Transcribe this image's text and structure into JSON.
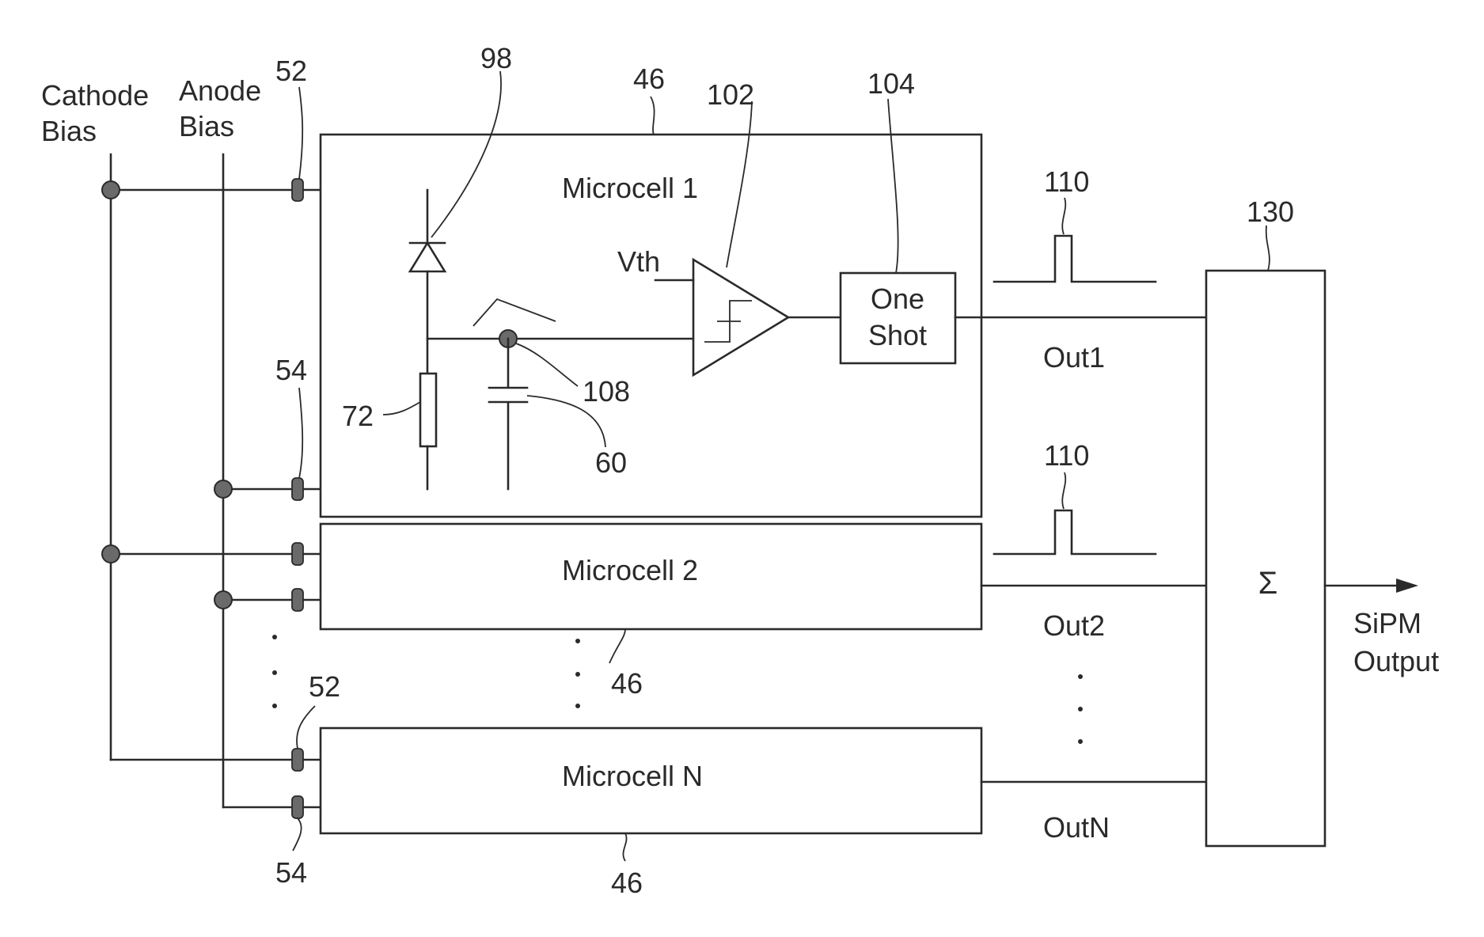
{
  "labels": {
    "cathode_bias_1": "Cathode",
    "cathode_bias_2": "Bias",
    "anode_bias_1": "Anode",
    "anode_bias_2": "Bias",
    "microcell_1": "Microcell 1",
    "microcell_2": "Microcell 2",
    "microcell_n": "Microcell N",
    "vth": "Vth",
    "one_shot_1": "One",
    "one_shot_2": "Shot",
    "out1": "Out1",
    "out2": "Out2",
    "outn": "OutN",
    "sum_symbol": "Σ",
    "sipm_output_1": "SiPM",
    "sipm_output_2": "Output"
  },
  "refs": {
    "r52_top": "52",
    "r98": "98",
    "r46_top": "46",
    "r102": "102",
    "r104": "104",
    "r110_top": "110",
    "r130": "130",
    "r54_top": "54",
    "r72": "72",
    "r108": "108",
    "r60": "60",
    "r110_mid": "110",
    "r46_mid": "46",
    "r52_bottom": "52",
    "r54_bottom": "54",
    "r46_bottom": "46"
  }
}
